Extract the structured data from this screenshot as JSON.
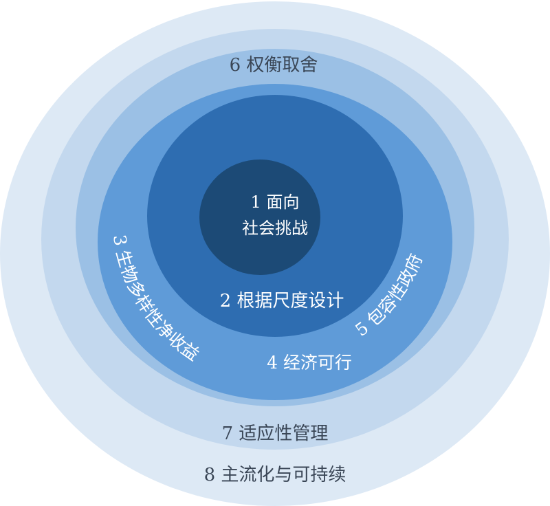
{
  "diagram": {
    "rings": [
      {
        "level": 8,
        "label": "8 主流化与可持续",
        "color": "#dde9f5"
      },
      {
        "level": 7,
        "label": "7 适应性管理",
        "color": "#c3d8ee"
      },
      {
        "level": 6,
        "label": "6 权衡取舍",
        "color": "#9bc0e5"
      },
      {
        "level": 5,
        "label": "5 包容性政府",
        "color": "#5f9bd8"
      },
      {
        "level": 4,
        "label": "4 经济可行",
        "color": "#5f9bd8"
      },
      {
        "level": 3,
        "label": "3 生物多样性净收益",
        "color": "#5f9bd8"
      },
      {
        "level": 2,
        "label": "2 根据尺度设计",
        "color": "#2e6db1"
      },
      {
        "level": 1,
        "label_line1": "1 面向",
        "label_line2": "社会挑战",
        "color": "#1c4a76"
      }
    ]
  }
}
